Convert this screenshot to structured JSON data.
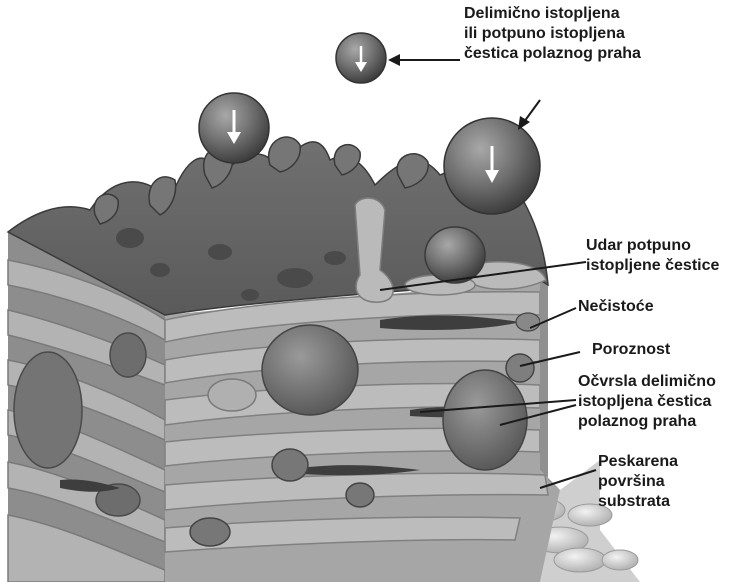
{
  "labels": {
    "partially_melted_particle": [
      "Delimično istopljena",
      "ili potpuno istopljena",
      "čestica polaznog praha"
    ],
    "impact_fully_melted": [
      "Udar potpuno",
      "istopljene čestice"
    ],
    "impurities": [
      "Nečistoće"
    ],
    "porosity": [
      "Poroznost"
    ],
    "solidified_particle": [
      "Očvrsla delimično",
      "istopljena čestica",
      "polaznog praha"
    ],
    "blasted_substrate": [
      "Peskarena",
      "površina",
      "substrata"
    ]
  },
  "colors": {
    "melt_dark": "#6b6b6b",
    "lamella_light": "#b9b9b9",
    "lamella_mid": "#a4a4a4",
    "void": "#3a3a3a",
    "particle": "#767676",
    "substrate": "#c9c9c9",
    "arrow": "#1a1a1a"
  },
  "icons": [
    "down-arrow-icon"
  ]
}
